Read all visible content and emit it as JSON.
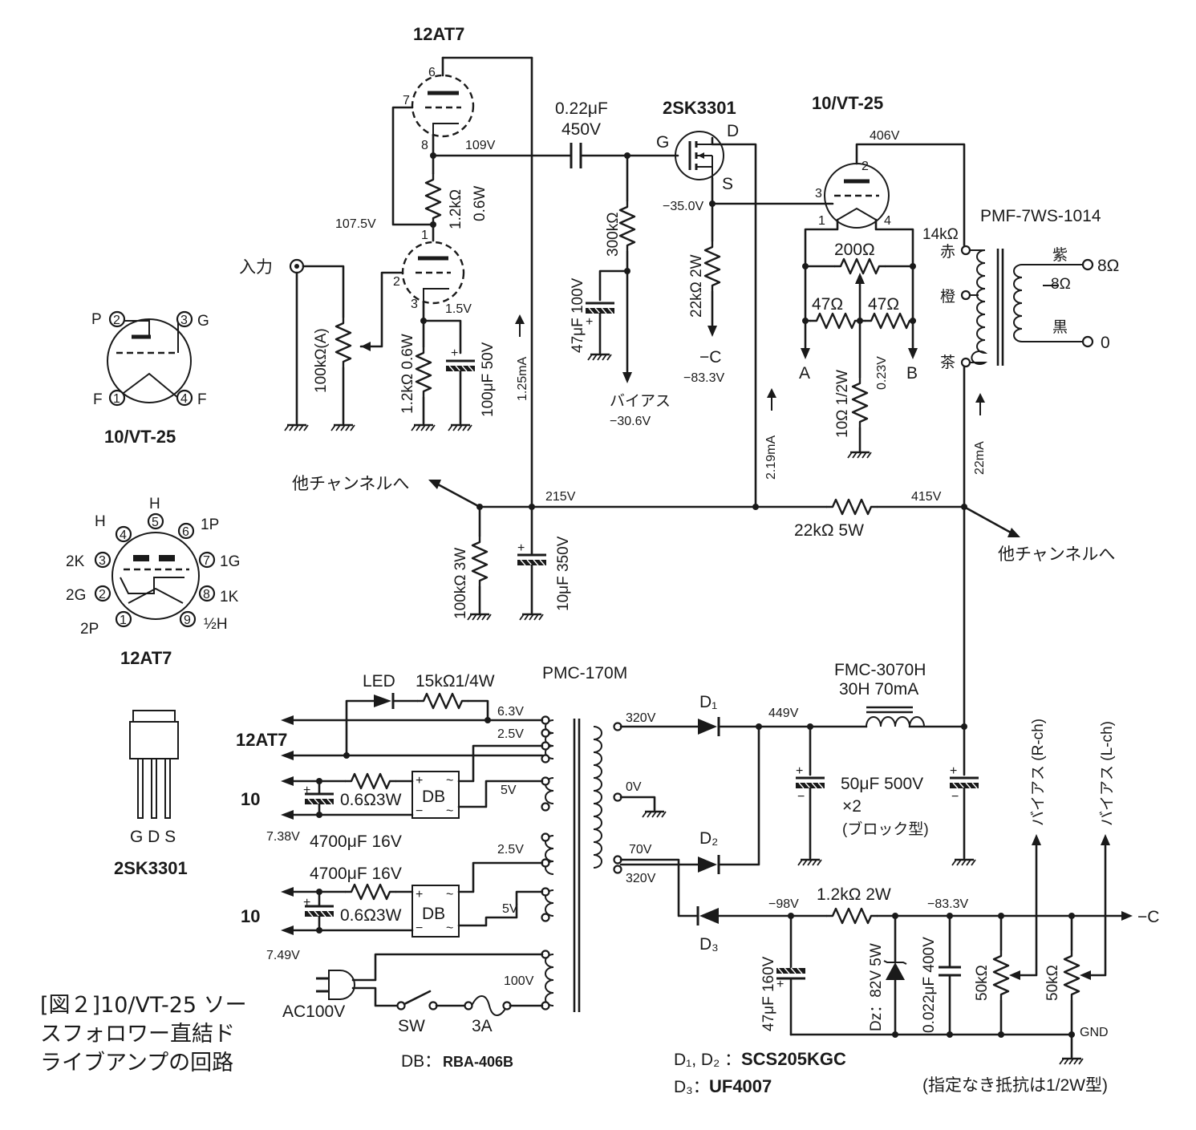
{
  "caption": {
    "line1": "[図２]10/VT-25 ソー",
    "line2": "スフォロワー直結ド",
    "line3": "ライブアンプの回路"
  },
  "tubes": {
    "driver": "12AT7",
    "output": "10/VT-25",
    "fet": "2SK3301"
  },
  "pinouts": {
    "vt25": {
      "title": "10/VT-25",
      "p": "P",
      "g": "G",
      "f": "F",
      "n1": "1",
      "n2": "2",
      "n3": "3",
      "n4": "4"
    },
    "at7": {
      "title": "12AT7",
      "h": "H",
      "h5": "H",
      "p1": "1P",
      "g1": "1G",
      "k1": "1K",
      "h9": "½H",
      "k2": "2K",
      "g2": "2G",
      "p2": "2P",
      "n1": "1",
      "n2": "2",
      "n3": "3",
      "n4": "4",
      "n5": "5",
      "n6": "6",
      "n7": "7",
      "n8": "8",
      "n9": "9"
    },
    "fet": {
      "title": "2SK3301",
      "pins": "G D S"
    }
  },
  "labels": {
    "input": "入力",
    "vol": "100kΩ(A)",
    "r_k": "1.2kΩ 0.6W",
    "c_k": "100μF 50V",
    "r_load": "1.2kΩ",
    "r_load_w": "0.6W",
    "v_107": "107.5V",
    "v_109": "109V",
    "v_15": "1.5V",
    "i_125": "1.25mA",
    "c_couple": "0.22μF",
    "c_couple_v": "450V",
    "g": "G",
    "d": "D",
    "s": "S",
    "r_300": "300kΩ",
    "c_47": "47μF 100V",
    "bias": "バイアス",
    "bias_v": "−30.6V",
    "v_35": "−35.0V",
    "r_22k2": "22kΩ 2W",
    "neg_c": "−C",
    "v_833": "−83.3V",
    "i_219": "2.19mA",
    "v_406": "406V",
    "r_200": "200Ω",
    "r_47a": "47Ω",
    "r_47b": "47Ω",
    "a": "A",
    "b": "B",
    "v_023": "0.23V",
    "r_10": "10Ω 1/2W",
    "pin1": "1",
    "pin2": "2",
    "pin3": "3",
    "pin4": "4",
    "pin6": "6",
    "pin7": "7",
    "pin8": "8",
    "pin1b": "1",
    "pin2b": "2",
    "pin3b": "3",
    "z_14k": "14kΩ",
    "opt": "PMF-7WS-1014",
    "red": "赤",
    "orange": "橙",
    "brown": "茶",
    "purple": "紫",
    "black": "黒",
    "z_8": "8Ω",
    "z_8b": "8Ω",
    "zero": "0",
    "i_22": "22mA",
    "v_215": "215V",
    "v_415": "415V",
    "r_22k5": "22kΩ 5W",
    "other_ch1": "他チャンネルへ",
    "other_ch2": "他チャンネルへ",
    "r_100k3": "100kΩ 3W",
    "c_10": "10μF 350V",
    "pt": "PMC-170M",
    "led": "LED",
    "r_15k": "15kΩ1/4W",
    "at7_sup": "12AT7",
    "v_63": "6.3V",
    "v_25a": "2.5V",
    "v_5a": "5V",
    "v_25b": "2.5V",
    "v_5b": "5V",
    "v_100": "100V",
    "ten_a": "10",
    "ten_b": "10",
    "r_06a": "0.6Ω3W",
    "r_06b": "0.6Ω3W",
    "db_a": "DB",
    "db_b": "DB",
    "c_4700a": "4700μF 16V",
    "c_4700b": "4700μF 16V",
    "v_738": "7.38V",
    "v_749": "7.49V",
    "ac": "AC100V",
    "sw": "SW",
    "fuse": "3A",
    "db_note_k": "DB：",
    "db_note_v": "RBA-406B",
    "v_320a": "320V",
    "v_0": "0V",
    "v_70": "70V",
    "v_320b": "320V",
    "d1": "D₁",
    "d2": "D₂",
    "d3": "D₃",
    "v_449": "449V",
    "choke": "FMC-3070H",
    "choke_spec": "30H 70mA",
    "c_50": "50μF 500V",
    "c_50x": "×2",
    "c_50blk": "(ブロック型)",
    "v_98": "−98V",
    "r_12k2w": "1.2kΩ 2W",
    "v_833b": "−83.3V",
    "c_47_160": "47μF 160V",
    "dz": "Dz：82V 5W",
    "c_022": "0.022μF 400V",
    "pot_a": "50kΩ",
    "pot_b": "50kΩ",
    "bias_r": "バイアス (R-ch)",
    "bias_l": "バイアス (L-ch)",
    "neg_c2": "−C",
    "gnd": "GND",
    "diode_note1_k": "D₁, D₂ ：",
    "diode_note1_v": "SCS205KGC",
    "diode_note2_k": "D₃：",
    "diode_note2_v": "UF4007",
    "note": "(指定なき抵抗は1/2W型)"
  }
}
